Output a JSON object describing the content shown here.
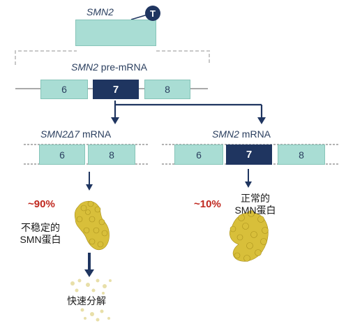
{
  "gene": {
    "name": "SMN2",
    "marker": "T"
  },
  "pre_mrna": {
    "name": "SMN2",
    "suffix": " pre-mRNA",
    "exons": [
      "6",
      "7",
      "8"
    ]
  },
  "left_branch": {
    "name": "SMN2Δ7",
    "suffix": " mRNA",
    "exons": [
      "6",
      "8"
    ],
    "percent": "~90%",
    "protein_line1": "不稳定的",
    "protein_line2": "SMN蛋白",
    "fate": "快速分解"
  },
  "right_branch": {
    "name": "SMN2",
    "suffix": " mRNA",
    "exons": [
      "6",
      "7",
      "8"
    ],
    "percent": "~10%",
    "protein_line1": "正常的",
    "protein_line2": "SMN蛋白"
  },
  "colors": {
    "exon": "#a9ddd4",
    "exon_border": "#86c4b8",
    "exon7": "#1f3560",
    "accent": "#c0281f",
    "protein": "#d8bf3a"
  }
}
